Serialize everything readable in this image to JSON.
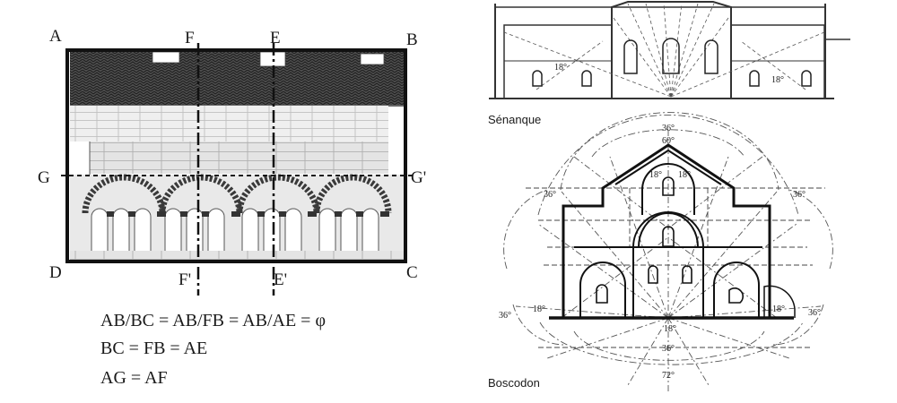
{
  "left_panel": {
    "corner_labels": {
      "a": "A",
      "b": "B",
      "c": "C",
      "d": "D"
    },
    "axis_labels": {
      "f": "F",
      "e": "E",
      "g": "G",
      "g_prime": "G'",
      "f_prime": "F'",
      "e_prime": "E'"
    },
    "formulas": [
      "AB/BC = AB/FB = AB/AE = φ",
      "BC = FB = AE",
      "AG = AF"
    ]
  },
  "right_panel": {
    "captions": {
      "top": "Sénanque",
      "bottom": "Boscodon"
    },
    "senanque_angles": [
      "18°",
      "18°"
    ],
    "boscodon_angles": {
      "top_outer": "36°",
      "top_inner": "60°",
      "gable_left": "18°",
      "gable_right": "18°",
      "side_left": "36°",
      "side_right": "36°",
      "base_left_outer": "36°",
      "base_left_inner": "18°",
      "base_right_inner": "18°",
      "base_right_outer": "36°",
      "bottom_a": "18°",
      "bottom_b": "36°",
      "bottom_c": "72°"
    }
  }
}
